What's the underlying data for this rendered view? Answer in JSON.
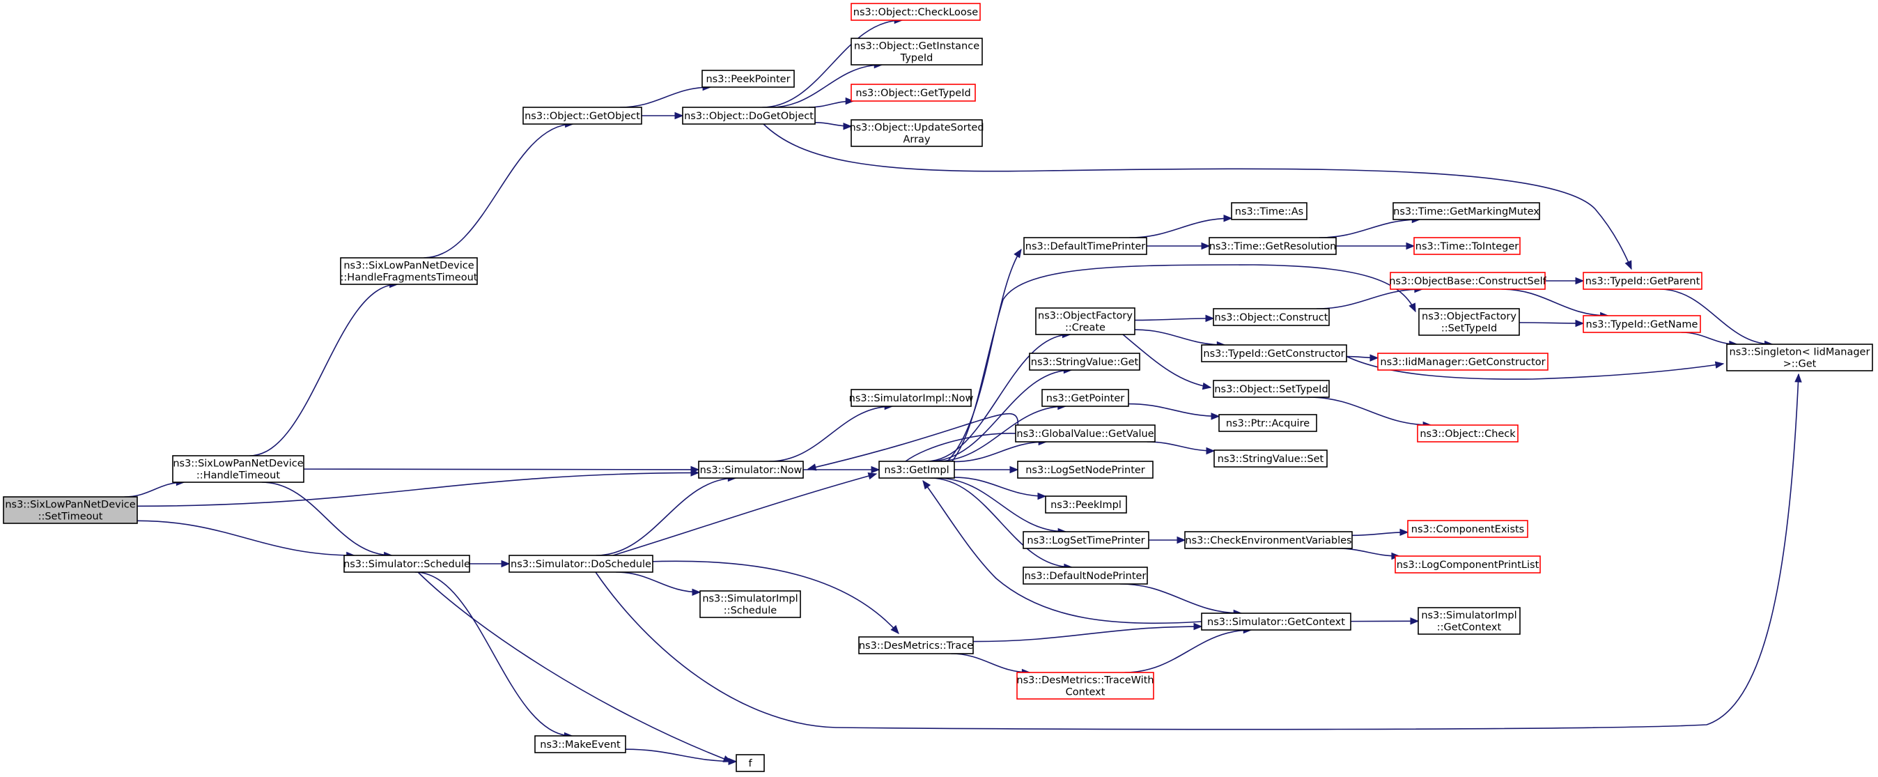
{
  "nodes": [
    {
      "id": "setTimeout",
      "lines": [
        "ns3::SixLowPanNetDevice",
        "::SetTimeout"
      ],
      "style": "root"
    },
    {
      "id": "handleTimeout",
      "lines": [
        "ns3::SixLowPanNetDevice",
        "::HandleTimeout"
      ],
      "style": "normal"
    },
    {
      "id": "handleFragTimeout",
      "lines": [
        "ns3::SixLowPanNetDevice",
        "::HandleFragmentsTimeout"
      ],
      "style": "normal"
    },
    {
      "id": "objGetObject",
      "lines": [
        "ns3::Object::GetObject"
      ],
      "style": "normal"
    },
    {
      "id": "peekPointer",
      "lines": [
        "ns3::PeekPointer"
      ],
      "style": "normal"
    },
    {
      "id": "doGetObject",
      "lines": [
        "ns3::Object::DoGetObject"
      ],
      "style": "normal"
    },
    {
      "id": "checkLoose",
      "lines": [
        "ns3::Object::CheckLoose"
      ],
      "style": "red"
    },
    {
      "id": "getInstanceTypeId",
      "lines": [
        "ns3::Object::GetInstance",
        "TypeId"
      ],
      "style": "normal"
    },
    {
      "id": "objGetTypeId",
      "lines": [
        "ns3::Object::GetTypeId"
      ],
      "style": "red"
    },
    {
      "id": "updateSorted",
      "lines": [
        "ns3::Object::UpdateSorted",
        "Array"
      ],
      "style": "normal"
    },
    {
      "id": "simNow",
      "lines": [
        "ns3::Simulator::Now"
      ],
      "style": "normal"
    },
    {
      "id": "simImplNow",
      "lines": [
        "ns3::SimulatorImpl::Now"
      ],
      "style": "normal"
    },
    {
      "id": "getImpl",
      "lines": [
        "ns3::GetImpl"
      ],
      "style": "normal"
    },
    {
      "id": "simSchedule",
      "lines": [
        "ns3::Simulator::Schedule"
      ],
      "style": "normal"
    },
    {
      "id": "simDoSchedule",
      "lines": [
        "ns3::Simulator::DoSchedule"
      ],
      "style": "normal"
    },
    {
      "id": "simImplSchedule",
      "lines": [
        "ns3::SimulatorImpl",
        "::Schedule"
      ],
      "style": "normal"
    },
    {
      "id": "makeEvent",
      "lines": [
        "ns3::MakeEvent"
      ],
      "style": "normal"
    },
    {
      "id": "f",
      "lines": [
        "f"
      ],
      "style": "normal"
    },
    {
      "id": "desTrace",
      "lines": [
        "ns3::DesMetrics::Trace"
      ],
      "style": "normal"
    },
    {
      "id": "desTraceWith",
      "lines": [
        "ns3::DesMetrics::TraceWith",
        "Context"
      ],
      "style": "red"
    },
    {
      "id": "defaultTimePrinter",
      "lines": [
        "ns3::DefaultTimePrinter"
      ],
      "style": "normal"
    },
    {
      "id": "timeAs",
      "lines": [
        "ns3::Time::As"
      ],
      "style": "normal"
    },
    {
      "id": "timeGetResolution",
      "lines": [
        "ns3::Time::GetResolution"
      ],
      "style": "normal"
    },
    {
      "id": "timeMarkingMutex",
      "lines": [
        "ns3::Time::GetMarkingMutex"
      ],
      "style": "normal"
    },
    {
      "id": "timeToInteger",
      "lines": [
        "ns3::Time::ToInteger"
      ],
      "style": "red"
    },
    {
      "id": "objFactoryCreate",
      "lines": [
        "ns3::ObjectFactory",
        "::Create"
      ],
      "style": "normal"
    },
    {
      "id": "objConstruct",
      "lines": [
        "ns3::Object::Construct"
      ],
      "style": "normal"
    },
    {
      "id": "objBaseConstructSelf",
      "lines": [
        "ns3::ObjectBase::ConstructSelf"
      ],
      "style": "red"
    },
    {
      "id": "objFactorySetTypeId",
      "lines": [
        "ns3::ObjectFactory",
        "::SetTypeId"
      ],
      "style": "normal"
    },
    {
      "id": "typeIdGetParent",
      "lines": [
        "ns3::TypeId::GetParent"
      ],
      "style": "red"
    },
    {
      "id": "typeIdGetName",
      "lines": [
        "ns3::TypeId::GetName"
      ],
      "style": "red"
    },
    {
      "id": "singletonGet",
      "lines": [
        "ns3::Singleton< IidManager",
        " >::Get"
      ],
      "style": "normal"
    },
    {
      "id": "typeIdGetConstructor",
      "lines": [
        "ns3::TypeId::GetConstructor"
      ],
      "style": "normal"
    },
    {
      "id": "iidGetConstructor",
      "lines": [
        "ns3::IidManager::GetConstructor"
      ],
      "style": "red"
    },
    {
      "id": "objSetTypeId",
      "lines": [
        "ns3::Object::SetTypeId"
      ],
      "style": "normal"
    },
    {
      "id": "objCheck",
      "lines": [
        "ns3::Object::Check"
      ],
      "style": "red"
    },
    {
      "id": "stringValueGet",
      "lines": [
        "ns3::StringValue::Get"
      ],
      "style": "normal"
    },
    {
      "id": "getPointer",
      "lines": [
        "ns3::GetPointer"
      ],
      "style": "normal"
    },
    {
      "id": "ptrAcquire",
      "lines": [
        "ns3::Ptr::Acquire"
      ],
      "style": "normal"
    },
    {
      "id": "globalValueGetValue",
      "lines": [
        "ns3::GlobalValue::GetValue"
      ],
      "style": "normal"
    },
    {
      "id": "stringValueSet",
      "lines": [
        "ns3::StringValue::Set"
      ],
      "style": "normal"
    },
    {
      "id": "logSetNodePrinter",
      "lines": [
        "ns3::LogSetNodePrinter"
      ],
      "style": "normal"
    },
    {
      "id": "peekImpl",
      "lines": [
        "ns3::PeekImpl"
      ],
      "style": "normal"
    },
    {
      "id": "logSetTimePrinter",
      "lines": [
        "ns3::LogSetTimePrinter"
      ],
      "style": "normal"
    },
    {
      "id": "checkEnvVars",
      "lines": [
        "ns3::CheckEnvironmentVariables"
      ],
      "style": "normal"
    },
    {
      "id": "componentExists",
      "lines": [
        "ns3::ComponentExists"
      ],
      "style": "red"
    },
    {
      "id": "logComponentPrintList",
      "lines": [
        "ns3::LogComponentPrintList"
      ],
      "style": "red"
    },
    {
      "id": "defaultNodePrinter",
      "lines": [
        "ns3::DefaultNodePrinter"
      ],
      "style": "normal"
    },
    {
      "id": "simGetContext",
      "lines": [
        "ns3::Simulator::GetContext"
      ],
      "style": "normal"
    },
    {
      "id": "simImplGetContext",
      "lines": [
        "ns3::SimulatorImpl",
        "::GetContext"
      ],
      "style": "normal"
    }
  ],
  "edges": [
    {
      "from": "setTimeout",
      "to": "handleTimeout"
    },
    {
      "from": "setTimeout",
      "to": "simNow"
    },
    {
      "from": "setTimeout",
      "to": "simSchedule"
    },
    {
      "from": "handleTimeout",
      "to": "handleFragTimeout"
    },
    {
      "from": "handleTimeout",
      "to": "simNow"
    },
    {
      "from": "handleTimeout",
      "to": "simSchedule"
    },
    {
      "from": "handleFragTimeout",
      "to": "objGetObject"
    },
    {
      "from": "objGetObject",
      "to": "peekPointer"
    },
    {
      "from": "objGetObject",
      "to": "doGetObject"
    },
    {
      "from": "doGetObject",
      "to": "checkLoose"
    },
    {
      "from": "doGetObject",
      "to": "getInstanceTypeId"
    },
    {
      "from": "doGetObject",
      "to": "objGetTypeId"
    },
    {
      "from": "doGetObject",
      "to": "updateSorted"
    },
    {
      "from": "doGetObject",
      "to": "typeIdGetParent"
    },
    {
      "from": "simSchedule",
      "to": "simDoSchedule"
    },
    {
      "from": "simSchedule",
      "to": "makeEvent"
    },
    {
      "from": "simSchedule",
      "to": "f"
    },
    {
      "from": "makeEvent",
      "to": "f"
    },
    {
      "from": "simDoSchedule",
      "to": "simNow"
    },
    {
      "from": "simDoSchedule",
      "to": "getImpl"
    },
    {
      "from": "simDoSchedule",
      "to": "simImplSchedule"
    },
    {
      "from": "simDoSchedule",
      "to": "desTrace"
    },
    {
      "from": "simDoSchedule",
      "to": "singletonGet"
    },
    {
      "from": "simNow",
      "to": "simImplNow"
    },
    {
      "from": "simNow",
      "to": "getImpl"
    },
    {
      "from": "getImpl",
      "to": "simNow"
    },
    {
      "from": "getImpl",
      "to": "defaultTimePrinter"
    },
    {
      "from": "getImpl",
      "to": "objFactorySetTypeId"
    },
    {
      "from": "getImpl",
      "to": "objFactoryCreate"
    },
    {
      "from": "getImpl",
      "to": "stringValueGet"
    },
    {
      "from": "getImpl",
      "to": "getPointer"
    },
    {
      "from": "getImpl",
      "to": "globalValueGetValue"
    },
    {
      "from": "getImpl",
      "to": "logSetNodePrinter"
    },
    {
      "from": "getImpl",
      "to": "peekImpl"
    },
    {
      "from": "getImpl",
      "to": "logSetTimePrinter"
    },
    {
      "from": "getImpl",
      "to": "defaultNodePrinter"
    },
    {
      "from": "defaultTimePrinter",
      "to": "timeAs"
    },
    {
      "from": "defaultTimePrinter",
      "to": "timeGetResolution"
    },
    {
      "from": "timeGetResolution",
      "to": "timeMarkingMutex"
    },
    {
      "from": "timeGetResolution",
      "to": "timeToInteger"
    },
    {
      "from": "objFactoryCreate",
      "to": "objConstruct"
    },
    {
      "from": "objFactoryCreate",
      "to": "typeIdGetConstructor"
    },
    {
      "from": "objFactoryCreate",
      "to": "objSetTypeId"
    },
    {
      "from": "objConstruct",
      "to": "objBaseConstructSelf"
    },
    {
      "from": "objBaseConstructSelf",
      "to": "typeIdGetParent"
    },
    {
      "from": "objBaseConstructSelf",
      "to": "typeIdGetName"
    },
    {
      "from": "objFactorySetTypeId",
      "to": "typeIdGetName"
    },
    {
      "from": "typeIdGetParent",
      "to": "singletonGet"
    },
    {
      "from": "typeIdGetName",
      "to": "singletonGet"
    },
    {
      "from": "typeIdGetConstructor",
      "to": "iidGetConstructor"
    },
    {
      "from": "typeIdGetConstructor",
      "to": "singletonGet"
    },
    {
      "from": "objSetTypeId",
      "to": "objCheck"
    },
    {
      "from": "getPointer",
      "to": "ptrAcquire"
    },
    {
      "from": "globalValueGetValue",
      "to": "stringValueSet"
    },
    {
      "from": "logSetTimePrinter",
      "to": "checkEnvVars"
    },
    {
      "from": "checkEnvVars",
      "to": "componentExists"
    },
    {
      "from": "checkEnvVars",
      "to": "logComponentPrintList"
    },
    {
      "from": "defaultNodePrinter",
      "to": "simGetContext"
    },
    {
      "from": "desTrace",
      "to": "simGetContext"
    },
    {
      "from": "desTrace",
      "to": "desTraceWith"
    },
    {
      "from": "desTraceWith",
      "to": "simGetContext"
    },
    {
      "from": "simGetContext",
      "to": "getImpl"
    },
    {
      "from": "simGetContext",
      "to": "simImplGetContext"
    }
  ]
}
